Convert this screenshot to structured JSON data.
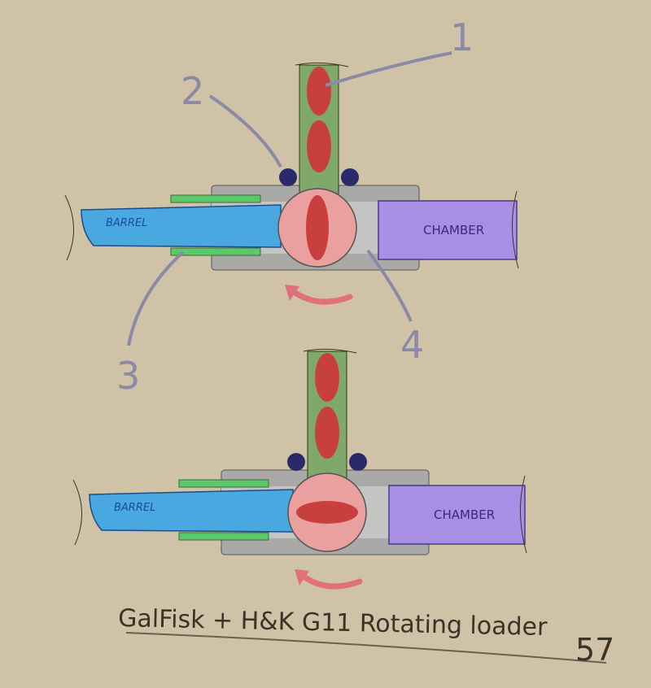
{
  "callouts": {
    "one": "1",
    "two": "2",
    "three": "3",
    "four": "4"
  },
  "top_assembly": {
    "barrel_label": "BARREL",
    "chamber_label": "CHAMBER"
  },
  "bottom_assembly": {
    "barrel_label": "BARREL",
    "chamber_label": "CHAMBER"
  },
  "caption": {
    "title": "GalFisk + H&K G11 Rotating loader",
    "page_number": "57"
  },
  "colors": {
    "paper": "#cfc2a6",
    "barrel": "#4aa8e0",
    "chamber": "#a98ee6",
    "feed_tube": "#7fa86a",
    "rotor": "#eba0a0",
    "cartridge": "#c8403e",
    "strip": "#5cc86a",
    "housing": "#a9aaa8",
    "knob": "#2a2a6a",
    "arrow": "#e0707a",
    "callout": "#8a8aa6"
  }
}
